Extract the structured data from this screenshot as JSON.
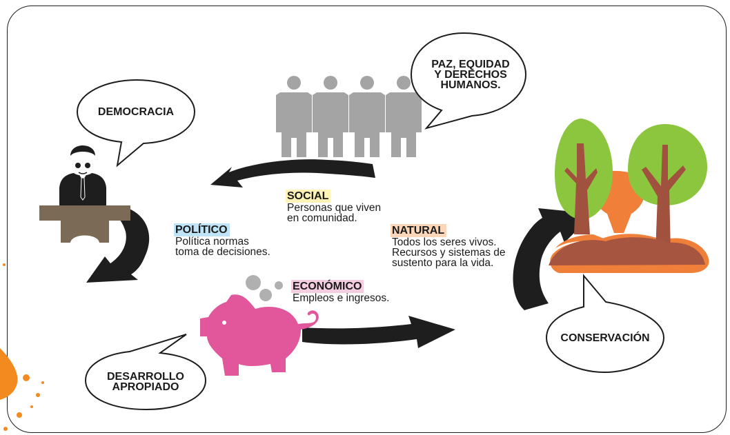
{
  "bubbles": {
    "paz": "PAZ, EQUIDAD Y DERECHOS HUMANOS.",
    "democracia": "DEMOCRACIA",
    "conservacion": "CONSERVACIÓN",
    "desarrollo": "DESARROLLO APROPIADO"
  },
  "dimensions": {
    "social": {
      "title": "SOCIAL",
      "text": "Personas que viven\nen comunidad.",
      "highlight": "#fff3b8"
    },
    "politico": {
      "title": "POLÍTICO",
      "text": "Política normas\ntoma de decisiones.",
      "highlight": "#bfe4f7"
    },
    "natural": {
      "title": "NATURAL",
      "text": "Todos los seres vivos.\nRecursos y sistemas de\nsustento para la vida.",
      "highlight": "#fbd6b8"
    },
    "economico": {
      "title": "ECONÓMICO",
      "text": "Empleos e ingresos.",
      "highlight": "#f4cde0"
    }
  },
  "colors": {
    "arrow": "#1e1e1e",
    "people": "#a4a4a4",
    "pig": "#e2579c",
    "podium": "#7b6a55",
    "tree_green": "#8cc63f",
    "tree_orange": "#f07f3a",
    "tree_trunk": "#a0523f",
    "ground": "#a65540",
    "splash": "#f28a1f"
  }
}
